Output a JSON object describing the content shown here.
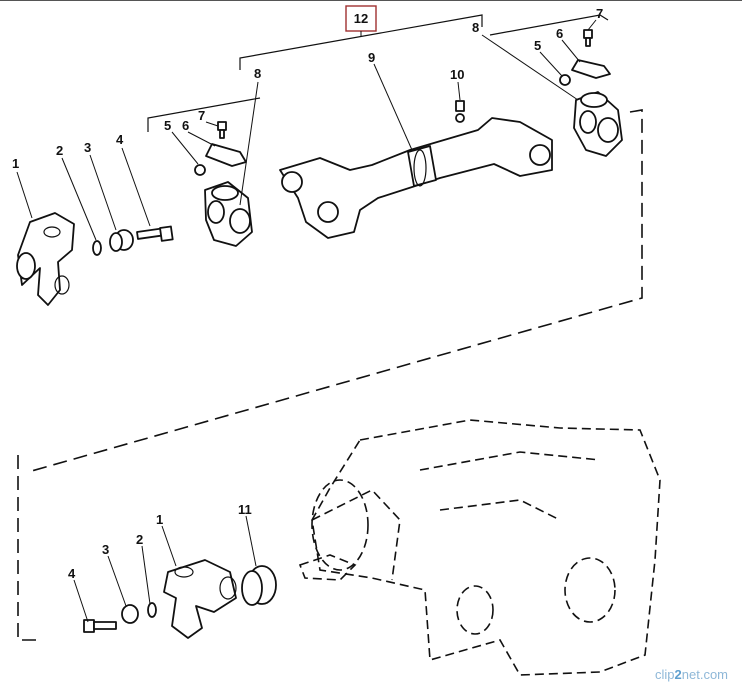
{
  "assembly_label": "12",
  "callouts": {
    "top_left_yoke": "1",
    "top_ring": "2",
    "top_washer": "3",
    "top_bolt": "4",
    "left_nut": "5",
    "left_strap": "6",
    "left_screw": "7",
    "left_bracket": "8",
    "shaft": "9",
    "grease_fitting": "10",
    "right_bracket": "8",
    "right_nut": "5",
    "right_strap": "6",
    "right_screw": "7",
    "bottom_bolt": "4",
    "bottom_washer": "3",
    "bottom_ring": "2",
    "bottom_yoke": "1",
    "seal": "11"
  },
  "watermark": {
    "prefix": "clip",
    "digit": "2",
    "suffix": "net",
    "domain": ".com"
  }
}
